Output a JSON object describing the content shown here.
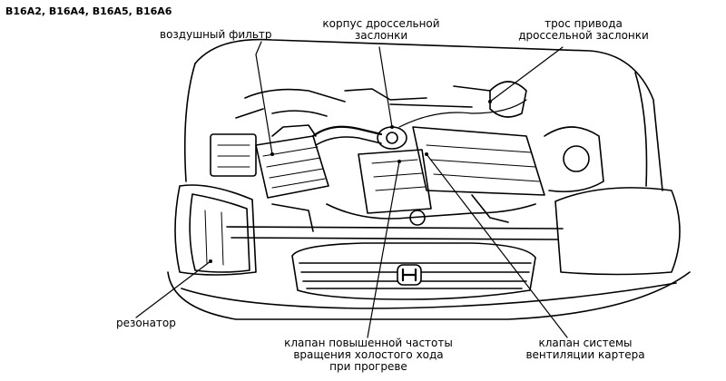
{
  "diagram": {
    "model_codes": "B16A2, B16A4, B16A5, B16A6",
    "labels": {
      "air_filter": "воздушный фильтр",
      "throttle_body_line1": "корпус дроссельной",
      "throttle_body_line2": "заслонки",
      "throttle_cable_line1": "трос привода",
      "throttle_cable_line2": "дроссельной заслонки",
      "resonator": "резонатор",
      "idle_valve_line1": "клапан повышенной частоты",
      "idle_valve_line2": "вращения холостого хода",
      "idle_valve_line3": "при прогреве",
      "pcv_valve_line1": "клапан системы",
      "pcv_valve_line2": "вентиляции картера"
    }
  }
}
